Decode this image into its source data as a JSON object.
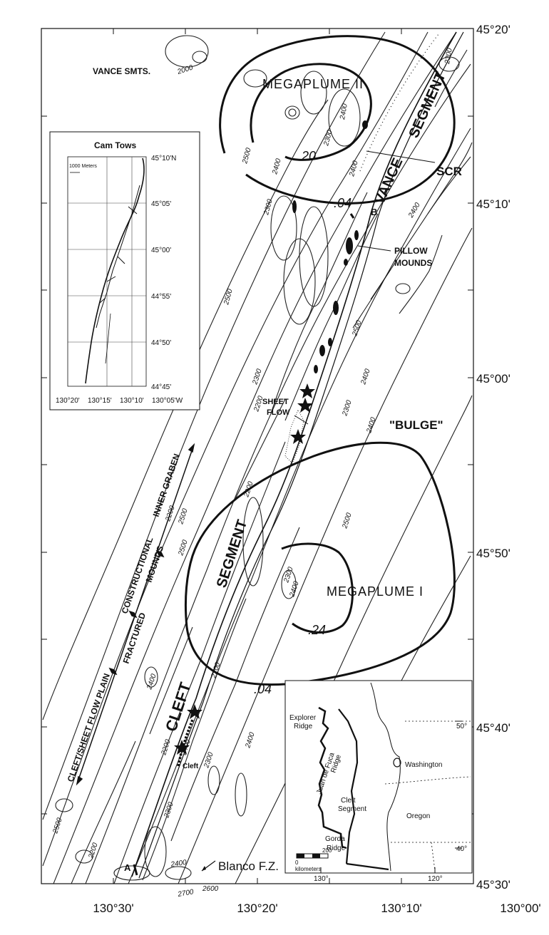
{
  "map": {
    "lat_labels": [
      "45°20'",
      "45°10'",
      "45°00'",
      "45°50'",
      "45°40'",
      "45°30'"
    ],
    "lon_labels": [
      "130°30'",
      "130°20'",
      "130°10'",
      "130°00'"
    ],
    "features": {
      "vance_smts": "VANCE SMTS.",
      "megaplume_2": "MEGAPLUME II",
      "megaplume_1": "MEGAPLUME I",
      "vance": "VANCE",
      "segment_upper": "SEGMENT",
      "segment_lower": "SEGMENT",
      "cleft": "CLEFT",
      "scr": "SCR",
      "b_marker": "B",
      "a_marker": "A",
      "pillow_line1": "PILLOW",
      "pillow_line2": "MOUNDS",
      "sheet_line1": "SHEET",
      "sheet_line2": "FLOW",
      "bulge": "\"BULGE\"",
      "cleft_small": "Cleft",
      "blanco": "Blanco F.Z.",
      "inner_graben": "INNER GRABEN",
      "constructional": "CONSTRUCTIONAL",
      "mounds": "MOUNDS",
      "fractured": "FRACTURED",
      "cleft_sheet_flow_plain": "CLEFT/SHEET FLOW PLAIN"
    },
    "isoline_values": [
      ".20",
      ".04",
      ".24",
      ".04"
    ],
    "depth_labels": [
      "2000",
      "2300",
      "2400",
      "2500",
      "2400",
      "2300",
      "2400",
      "2500",
      "2400",
      "2300",
      "2200",
      "2500",
      "2400",
      "2300",
      "2200",
      "2500",
      "2300",
      "2400",
      "2500",
      "2400",
      "2200",
      "2300",
      "2400",
      "2200",
      "2200",
      "2500",
      "2200",
      "2400",
      "2600",
      "2700",
      "2500",
      "2300",
      "2400",
      "2400",
      "2300"
    ]
  },
  "inset_cam": {
    "title": "Cam Tows",
    "scale": "1000 Meters",
    "lat_labels": [
      "45°10'N",
      "45°05'",
      "45°00'",
      "44°55'",
      "44°50'",
      "44°45'"
    ],
    "lon_labels": [
      "130°20'",
      "130°15'",
      "130°10'",
      "130°05'W"
    ]
  },
  "inset_region": {
    "explorer": "Explorer",
    "explorer2": "Ridge",
    "juan": "Juan de Fuca",
    "juan2": "Ridge",
    "cleft1": "Cleft",
    "cleft2": "Segment",
    "gorda1": "Gorda",
    "gorda2": "Ridge",
    "washington": "Washington",
    "oregon": "Oregon",
    "lat50": "50°",
    "lat40": "40°",
    "lon130": "130°",
    "lon120": "120°",
    "scale0": "0",
    "scale200": "200",
    "scale_unit": "kilometers"
  }
}
